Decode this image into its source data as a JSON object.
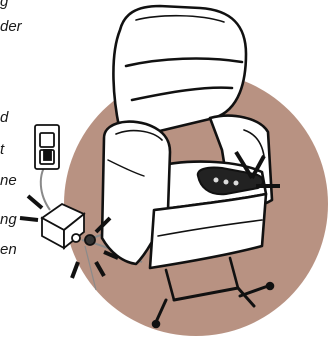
{
  "caption_fragments": [
    "g",
    "der",
    "d",
    "t",
    "ne",
    "ng",
    "en"
  ],
  "colors": {
    "backdrop_circle": "#b89282",
    "line_art": "#111111",
    "chair_fill": "#ffffff",
    "remote_fill": "#222222",
    "cord": "#8a8a8a"
  },
  "icons": {
    "chair": "lift-recliner-chair-illustration",
    "remote": "hand-control-remote-illustration",
    "outlet": "wall-outlet-illustration",
    "power_box": "power-transformer-box-illustration"
  }
}
